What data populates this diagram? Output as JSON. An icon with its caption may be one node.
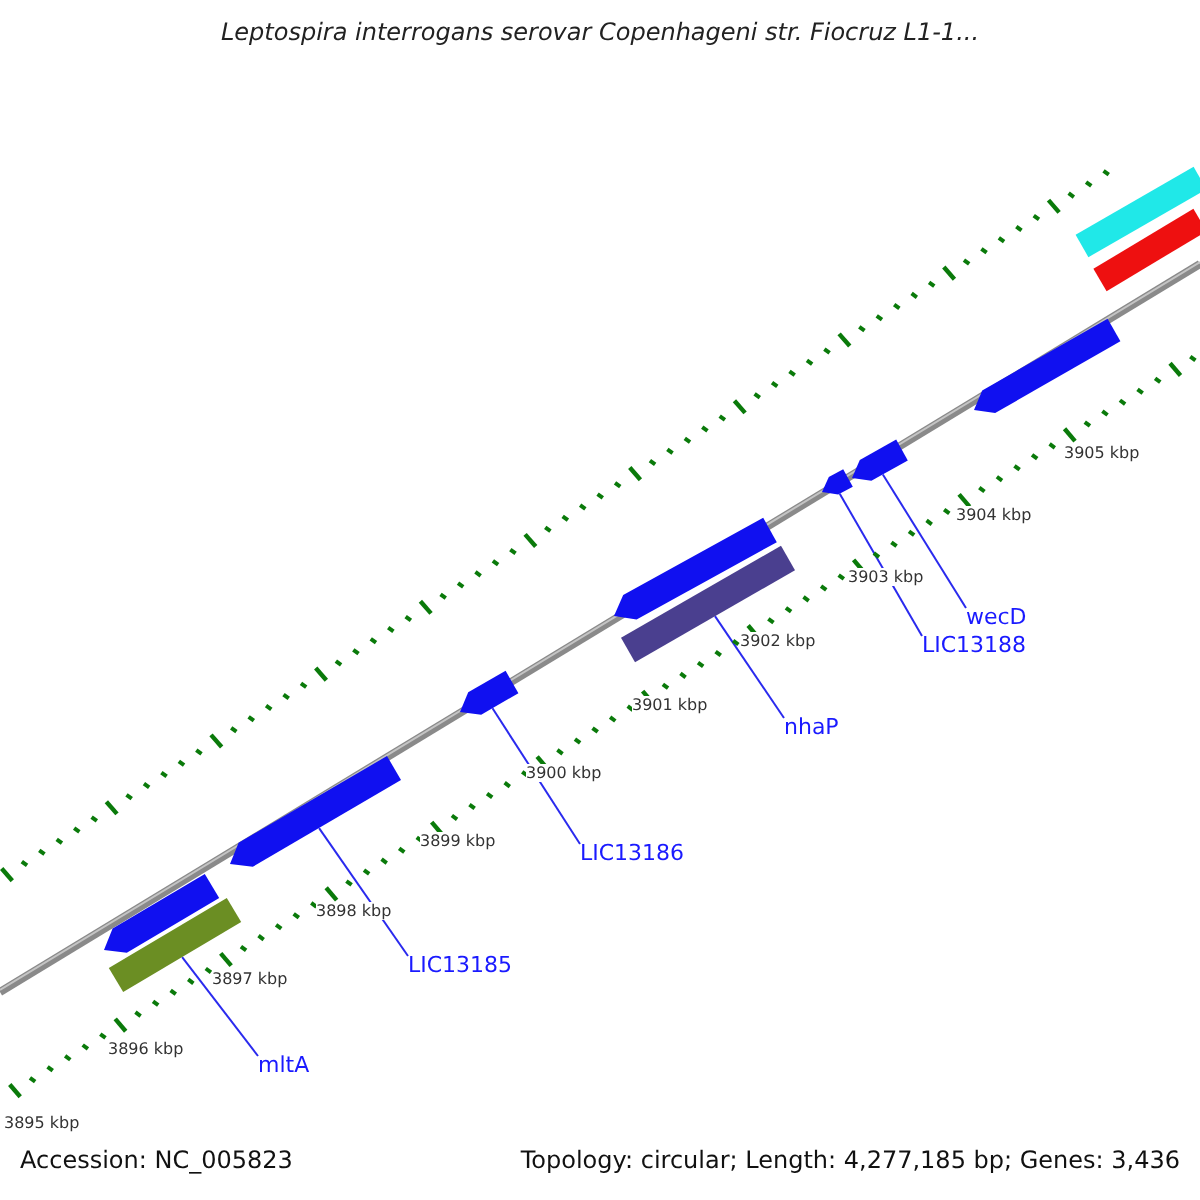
{
  "diagram": {
    "title": "Leptospira interrogans serovar Copenhageni str. Fiocruz L1-1...",
    "nodes": [
      {
        "text": [],
        "shape": "bar"
      },
      {
        "text": [],
        "shape": "bar"
      },
      {
        "text": [],
        "shape": "bar"
      },
      {
        "text": [],
        "shape": "bar"
      },
      {
        "text": [],
        "shape": "bar"
      },
      {
        "text": [],
        "shape": "bar"
      },
      {
        "text": [],
        "shape": "bar"
      },
      {
        "text": [],
        "shape": "bar"
      },
      {
        "text": [],
        "shape": "bar"
      },
      {
        "text": [],
        "shape": "bar"
      },
      {
        "text": [],
        "shape": "bar"
      },
      {
        "text": [
          "mltA"
        ]
      },
      {
        "text": [
          "LIC13185"
        ]
      },
      {
        "text": [
          "LIC13186"
        ]
      },
      {
        "text": [
          "nhaP"
        ]
      },
      {
        "text": [
          "LIC13188"
        ]
      },
      {
        "text": [
          "wecD"
        ]
      }
    ],
    "edges": [
      {
        "from": 11,
        "to": 1,
        "arrow": "none"
      },
      {
        "from": 12,
        "to": 2,
        "arrow": "none"
      },
      {
        "from": 13,
        "to": 3,
        "arrow": "none"
      },
      {
        "from": 14,
        "to": 5,
        "arrow": "none"
      },
      {
        "from": 15,
        "to": 6,
        "arrow": "none"
      },
      {
        "from": 16,
        "to": 7,
        "arrow": "none"
      }
    ],
    "labels": [
      "3895 kbp",
      "3896 kbp",
      "3897 kbp",
      "3898 kbp",
      "3899 kbp",
      "3900 kbp",
      "3901 kbp",
      "3902 kbp",
      "3903 kbp",
      "3904 kbp",
      "3905 kbp",
      "Accession: NC_005823",
      "Topology: circular; Length: 4,277,185 bp; Genes: 3,436"
    ]
  }
}
